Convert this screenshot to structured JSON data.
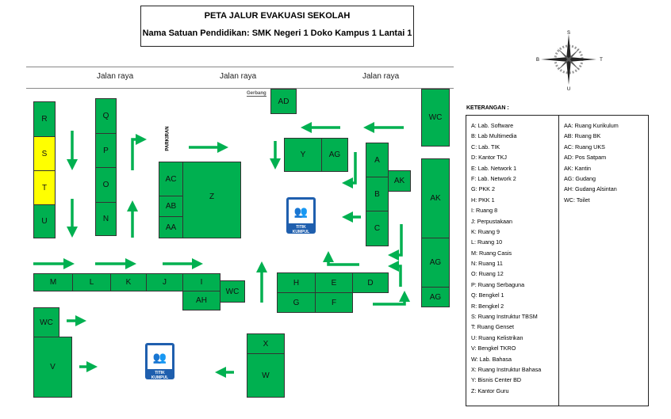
{
  "header": {
    "title": "PETA JALUR EVAKUASI SEKOLAH",
    "subtitle": "Nama Satuan Pendidikan: SMK Negeri 1 Doko Kampus 1 Lantai 1"
  },
  "roads": [
    "Jalan raya",
    "Jalan raya",
    "Jalan raya"
  ],
  "gate": "Gerbang",
  "parking": "PARKIRAN",
  "compass": {
    "top": "S",
    "left": "B",
    "right": "T",
    "bottom": "U"
  },
  "assembly_label": "TITIK KUMPUL",
  "colors": {
    "building": "#00B050",
    "highlight": "#FFFF00",
    "arrow": "#00B050"
  },
  "buildings": {
    "R": "R",
    "S": "S",
    "T": "T",
    "U": "U",
    "Q": "Q",
    "P": "P",
    "O": "O",
    "N": "N",
    "AC": "AC",
    "AB": "AB",
    "AA": "AA",
    "Z": "Z",
    "AD": "AD",
    "WC": "WC",
    "Y": "Y",
    "AG": "AG",
    "A": "A",
    "B": "B",
    "C": "C",
    "AK": "AK",
    "H": "H",
    "E": "E",
    "D": "D",
    "G": "G",
    "F": "F",
    "M": "M",
    "L": "L",
    "K": "K",
    "J": "J",
    "I": "I",
    "AH": "AH",
    "X": "X",
    "W": "W",
    "V": "V"
  },
  "legend": {
    "title": "KETERANGAN :",
    "left": [
      "A: Lab. Software",
      "B: Lab Multimedia",
      "C: Lab. TIK",
      "D: Kantor TKJ",
      "E: Lab. Network 1",
      "F: Lab. Network 2",
      "G: PKK 2",
      "H: PKK 1",
      "I: Ruang 8",
      "J: Perpustakaan",
      "K: Ruang 9",
      "L: Ruang 10",
      "M: Ruang Casis",
      "N: Ruang 11",
      "O: Ruang 12",
      "P: Ruang Serbaguna",
      "Q: Bengkel 1",
      "R: Bengkel 2",
      "S: Ruang Instruktur TBSM",
      "T: Ruang Genset",
      "U: Ruang Kelistrikan",
      "V: Bengkel TKRO",
      "W: Lab. Bahasa",
      "X: Ruang Instruktur Bahasa",
      "Y: Bisnis Center BD",
      "Z: Kantor Guru"
    ],
    "right": [
      "AA: Ruang Kurikulum",
      "AB: Ruang BK",
      "AC: Ruang UKS",
      "AD: Pos Satpam",
      "AK: Kantin",
      "AG: Gudang",
      "AH: Gudang Alsintan",
      "WC: Toilet"
    ]
  }
}
